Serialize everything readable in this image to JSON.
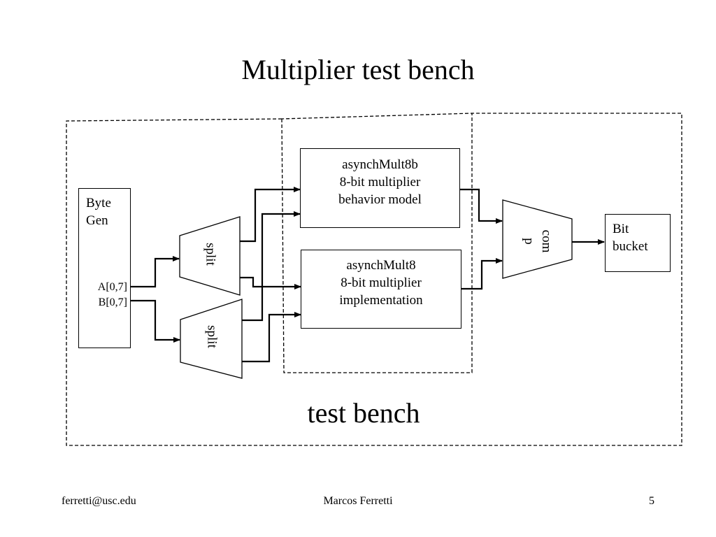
{
  "slide": {
    "title": "Multiplier test bench",
    "footer_left": "ferretti@usc.edu",
    "footer_center": "Marcos Ferretti",
    "footer_right": "5"
  },
  "diagram": {
    "bytegen": {
      "title": "Byte\nGen",
      "port_a": "A[0,7]",
      "port_b": "B[0,7]"
    },
    "split_top": {
      "label": "split"
    },
    "split_bottom": {
      "label": "split"
    },
    "behavior": {
      "line1": "asynchMult8b",
      "line2": "8-bit multiplier",
      "line3": "behavior model"
    },
    "impl": {
      "line1": "asynchMult8",
      "line2": "8-bit multiplier",
      "line3": "implementation"
    },
    "comp": {
      "label": "com\np"
    },
    "bitbucket": {
      "label": "Bit\nbucket"
    },
    "testbench_label": "test bench"
  }
}
